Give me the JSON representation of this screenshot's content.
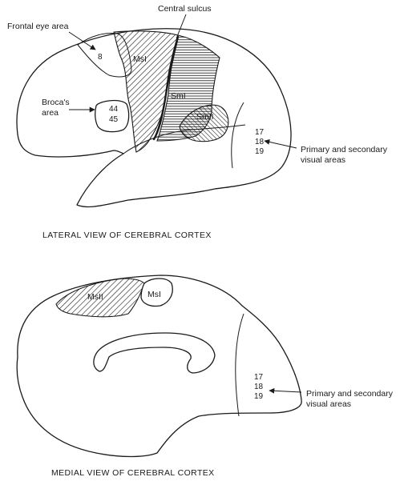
{
  "lateral": {
    "labels": {
      "central_sulcus": "Central sulcus",
      "frontal_eye_area": "Frontal eye area",
      "broca": [
        "Broca's",
        "area"
      ],
      "visual": [
        "Primary and secondary",
        "visual areas"
      ],
      "msi": "MsI",
      "smi": "SmI",
      "smii": "SmII"
    },
    "areas": {
      "frontal_eye": "8",
      "broca": [
        "44",
        "45"
      ],
      "visual": [
        "17",
        "18",
        "19"
      ]
    },
    "caption": "LATERAL VIEW OF CEREBRAL CORTEX"
  },
  "medial": {
    "labels": {
      "msii": "MsII",
      "msi": "MsI",
      "visual": [
        "Primary and secondary",
        "visual areas"
      ]
    },
    "areas": {
      "visual": [
        "17",
        "18",
        "19"
      ]
    },
    "caption": "MEDIAL VIEW OF CEREBRAL CORTEX"
  }
}
